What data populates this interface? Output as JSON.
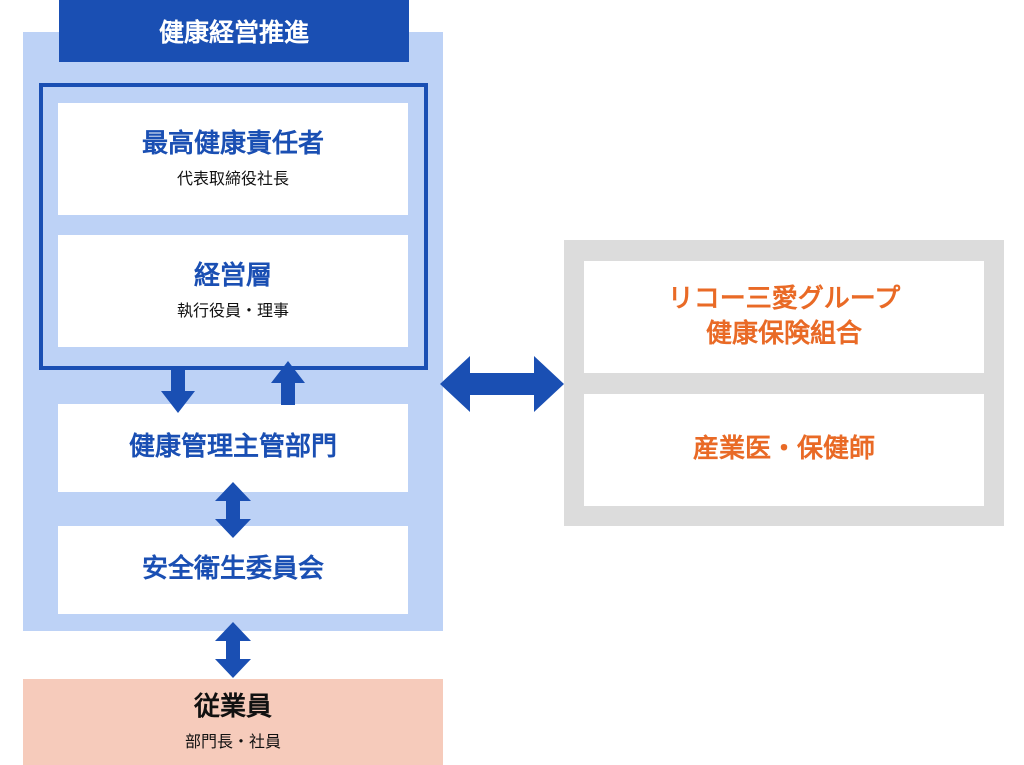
{
  "colors": {
    "navy": "#1a4fb3",
    "light_blue": "#bdd2f6",
    "gray": "#dcdcdc",
    "peach": "#f6cbbb",
    "orange": "#e96a26"
  },
  "health_promotion": {
    "title": "健康経営推進",
    "top_officer": {
      "title": "最高健康責任者",
      "subtitle": "代表取締役社長"
    },
    "management": {
      "title": "経営層",
      "subtitle": "執行役員・理事"
    },
    "health_dept": {
      "title": "健康管理主管部門"
    },
    "safety_committee": {
      "title": "安全衛生委員会"
    }
  },
  "partners": {
    "insurance": {
      "line1": "リコー三愛グループ",
      "line2": "健康保険組合"
    },
    "medical": {
      "title": "産業医・保健師"
    }
  },
  "employees": {
    "title": "従業員",
    "subtitle": "部門長・社員"
  }
}
